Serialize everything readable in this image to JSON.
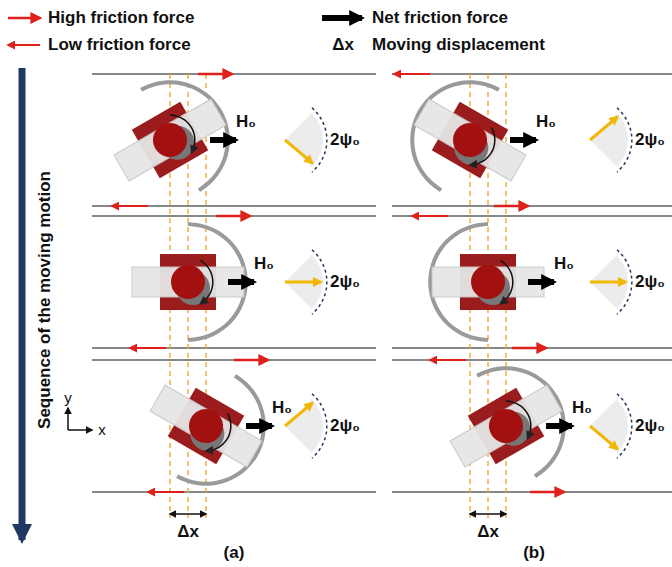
{
  "diagram": {
    "labels": [
      "Δx",
      "Sequence of the moving motion",
      "H₀",
      "2ψ₀",
      "H₀",
      "2ψ₀",
      "H₀",
      "2ψ₀",
      "H₀",
      "2ψ₀",
      "H₀",
      "2ψ₀",
      "H₀",
      "2ψ₀",
      "y",
      "x",
      "Δx",
      "Δx",
      "(a)",
      "(b)"
    ],
    "legend": [
      {
        "text": "High friction force"
      },
      {
        "text": "Net friction force"
      },
      {
        "text": "Low friction force"
      },
      {
        "text": "Moving displacement"
      }
    ]
  }
}
